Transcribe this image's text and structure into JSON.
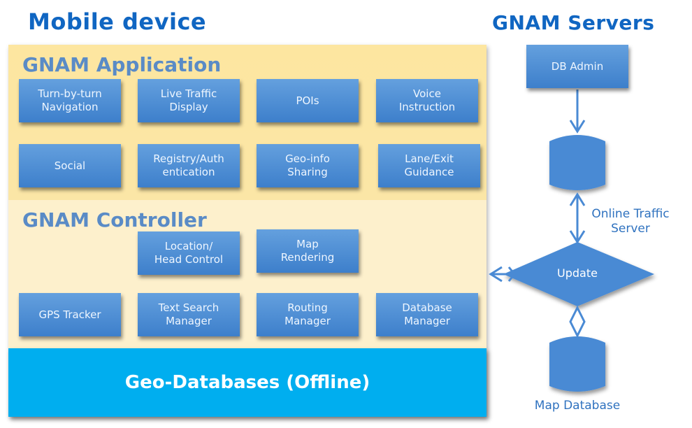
{
  "headers": {
    "mobile": "Mobile device",
    "servers": "GNAM Servers"
  },
  "application": {
    "title": "GNAM Application",
    "modules": [
      "Turn-by-turn\nNavigation",
      "Live Traffic\nDisplay",
      "POIs",
      "Voice\nInstruction",
      "Social",
      "Registry/Auth\nentication",
      "Geo-info\nSharing",
      "Lane/Exit\nGuidance"
    ]
  },
  "controller": {
    "title": "GNAM Controller",
    "modules": [
      "Location/\nHead Control",
      "Map\nRendering",
      "GPS Tracker",
      "Text Search\nManager",
      "Routing\nManager",
      "Database\nManager"
    ]
  },
  "geo_databases": "Geo-Databases (Offline)",
  "servers": {
    "db_admin": "DB Admin",
    "online_traffic_server": "Online Traffic\nServer",
    "update": "Update",
    "map_database": "Map Database"
  },
  "colors": {
    "header_blue": "#1066c2",
    "app_bg": "#fde6a0",
    "controller_bg": "#fdf0cc",
    "geo_db_bg": "#00aeef",
    "box_blue": "#4a8ad4"
  }
}
